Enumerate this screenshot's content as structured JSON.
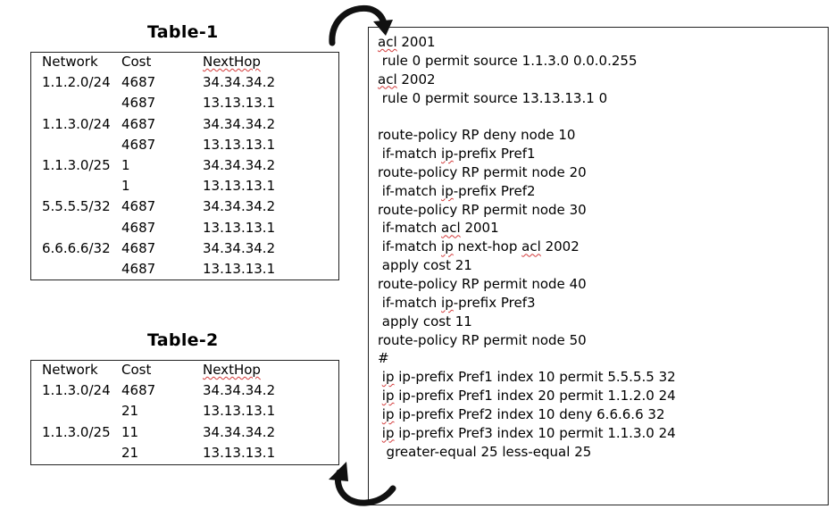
{
  "table1": {
    "title": "Table-1",
    "headers": [
      "Network",
      "Cost",
      "NextHop"
    ],
    "rows": [
      [
        "1.1.2.0/24",
        "4687",
        "34.34.34.2"
      ],
      [
        "",
        "4687",
        "13.13.13.1"
      ],
      [
        "1.1.3.0/24",
        "4687",
        "34.34.34.2"
      ],
      [
        "",
        "4687",
        "13.13.13.1"
      ],
      [
        "1.1.3.0/25",
        "1",
        "34.34.34.2"
      ],
      [
        "",
        "1",
        "13.13.13.1"
      ],
      [
        "5.5.5.5/32",
        "4687",
        "34.34.34.2"
      ],
      [
        "",
        "4687",
        "13.13.13.1"
      ],
      [
        "6.6.6.6/32",
        "4687",
        "34.34.34.2"
      ],
      [
        "",
        "4687",
        "13.13.13.1"
      ]
    ]
  },
  "table2": {
    "title": "Table-2",
    "headers": [
      "Network",
      "Cost",
      "NextHop"
    ],
    "rows": [
      [
        "1.1.3.0/24",
        "4687",
        "34.34.34.2"
      ],
      [
        "",
        "21",
        "13.13.13.1"
      ],
      [
        "1.1.3.0/25",
        "11",
        "34.34.34.2"
      ],
      [
        "",
        "21",
        "13.13.13.1"
      ]
    ]
  },
  "config_lines": [
    "acl 2001",
    " rule 0 permit source 1.1.3.0 0.0.0.255",
    "acl 2002",
    " rule 0 permit source 13.13.13.1 0",
    "",
    "route-policy RP deny node 10",
    " if-match ip-prefix Pref1",
    "route-policy RP permit node 20",
    " if-match ip-prefix Pref2",
    "route-policy RP permit node 30",
    " if-match acl 2001",
    " if-match ip next-hop acl 2002",
    " apply cost 21",
    "route-policy RP permit node 40",
    " if-match ip-prefix Pref3",
    " apply cost 11",
    "route-policy RP permit node 50",
    "#",
    " ip ip-prefix Pref1 index 10 permit 5.5.5.5 32",
    " ip ip-prefix Pref1 index 20 permit 1.1.2.0 24",
    " ip ip-prefix Pref2 index 10 deny 6.6.6.6 32",
    " ip ip-prefix Pref3 index 10 permit 1.1.3.0 24",
    "  greater-equal 25 less-equal 25"
  ]
}
